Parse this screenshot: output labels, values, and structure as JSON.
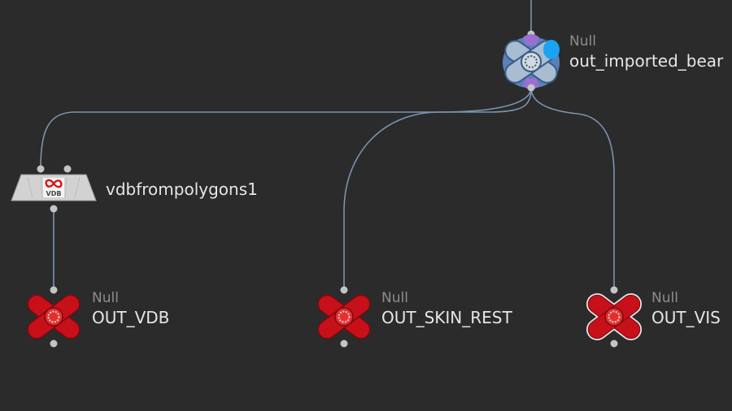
{
  "network": {
    "background": "#2b2b2b",
    "wire_color": "#7b93b0",
    "nodes": [
      {
        "id": "out_imported_bear",
        "type": "Null",
        "name": "out_imported_bear",
        "icon": "null-node-icon",
        "color": "#5e86c0",
        "display_flag": true
      },
      {
        "id": "vdbfrompolygons1",
        "type": "",
        "name": "vdbfrompolygons1",
        "icon": "vdb-from-polygons-icon",
        "icon_label": "VDB",
        "color": "#d2d2d2"
      },
      {
        "id": "OUT_VDB",
        "type": "Null",
        "name": "OUT_VDB",
        "icon": "null-node-icon",
        "color": "#c8101a"
      },
      {
        "id": "OUT_SKIN_REST",
        "type": "Null",
        "name": "OUT_SKIN_REST",
        "icon": "null-node-icon",
        "color": "#c8101a"
      },
      {
        "id": "OUT_VIS",
        "type": "Null",
        "name": "OUT_VIS",
        "icon": "null-node-icon",
        "color": "#c8101a",
        "selected": true
      }
    ],
    "connections": [
      {
        "from": "upstream",
        "to": "out_imported_bear"
      },
      {
        "from": "out_imported_bear",
        "to": "vdbfrompolygons1"
      },
      {
        "from": "out_imported_bear",
        "to": "OUT_SKIN_REST"
      },
      {
        "from": "out_imported_bear",
        "to": "OUT_VIS"
      },
      {
        "from": "vdbfrompolygons1",
        "to": "OUT_VDB"
      }
    ]
  }
}
